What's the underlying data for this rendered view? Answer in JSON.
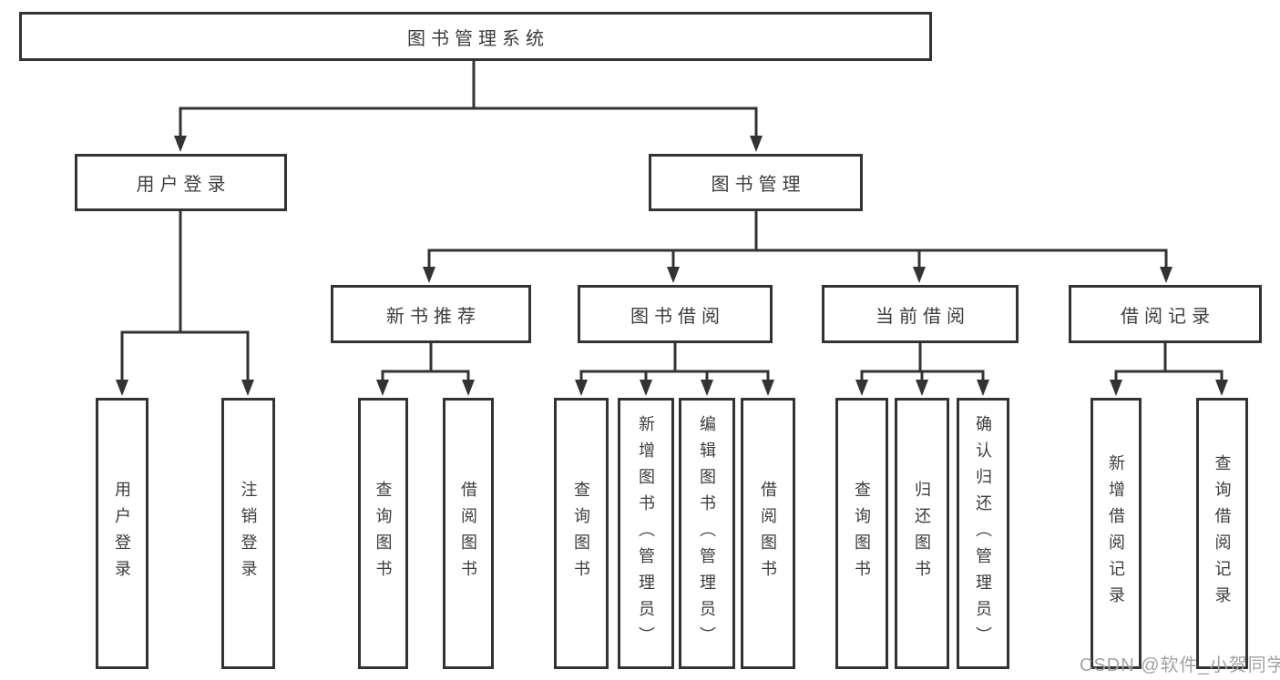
{
  "colors": {
    "line": "#333333",
    "node_border": "#333333",
    "text": "#3d3d3d",
    "watermark": "#a3a3a3",
    "background": "#ffffff"
  },
  "watermark": {
    "text": "CSDN @软件_小贺同学"
  },
  "tree": {
    "root": {
      "label": "图书管理系统",
      "children": [
        {
          "label": "用户登录",
          "children": [
            {
              "label": "用户登录"
            },
            {
              "label": "注销登录"
            }
          ]
        },
        {
          "label": "图书管理",
          "children": [
            {
              "label": "新书推荐",
              "children": [
                {
                  "label": "查询图书"
                },
                {
                  "label": "借阅图书"
                }
              ]
            },
            {
              "label": "图书借阅",
              "children": [
                {
                  "label": "查询图书"
                },
                {
                  "label": "新增图书（管理员）"
                },
                {
                  "label": "编辑图书（管理员）"
                },
                {
                  "label": "借阅图书"
                }
              ]
            },
            {
              "label": "当前借阅",
              "children": [
                {
                  "label": "查询图书"
                },
                {
                  "label": "归还图书"
                },
                {
                  "label": "确认归还（管理员）"
                }
              ]
            },
            {
              "label": "借阅记录",
              "children": [
                {
                  "label": "新增借阅记录"
                },
                {
                  "label": "查询借阅记录"
                }
              ]
            }
          ]
        }
      ]
    }
  }
}
